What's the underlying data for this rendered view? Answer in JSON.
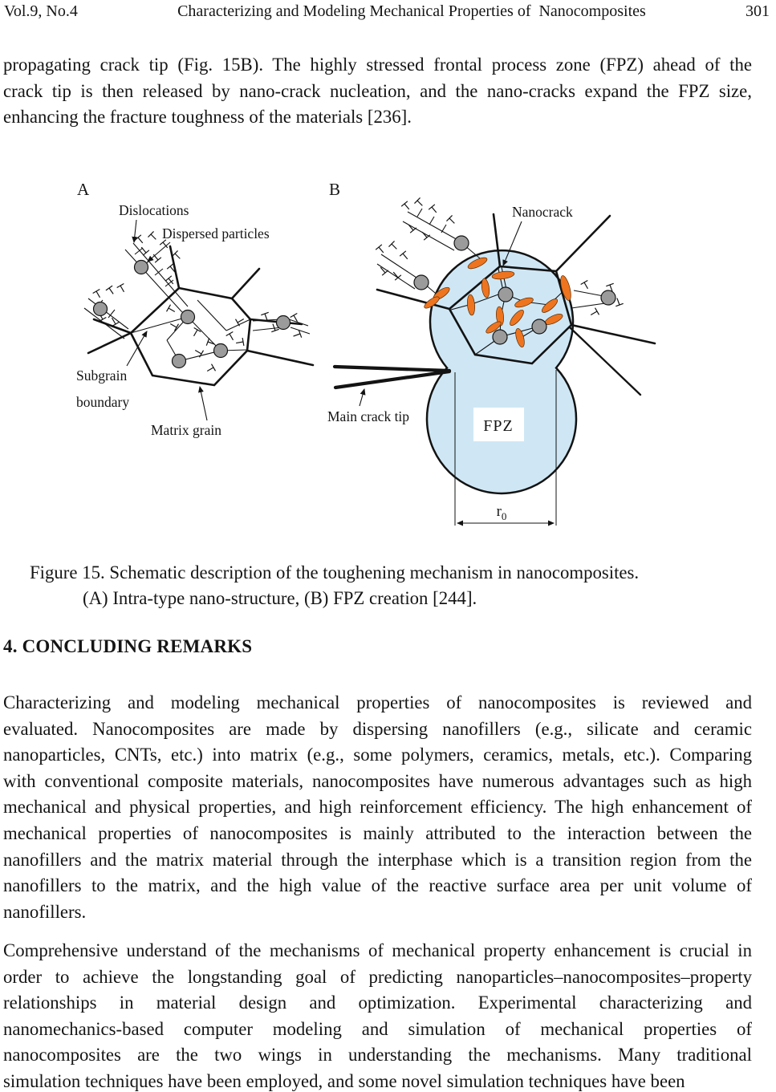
{
  "header": {
    "volume": "Vol.9, No.4",
    "title": "Characterizing and Modeling Mechanical Properties of  Nanocomposites",
    "page_number": "301"
  },
  "paragraphs": {
    "p1": {
      "lines": [
        "propagating crack tip (Fig. 15B). The highly stressed frontal process zone (FPZ) ahead of the",
        "crack tip is then released by nano-crack nucleation, and the nano-cracks expand the FPZ size,",
        "enhancing the fracture toughness of the materials [236]."
      ]
    },
    "p2": {
      "lines": [
        "Characterizing and modeling mechanical properties of nanocomposites is reviewed and",
        "evaluated. Nanocomposites are made by dispersing nanofillers (e.g., silicate and ceramic",
        "nanoparticles, CNTs, etc.) into matrix (e.g., some polymers, ceramics, metals, etc.). Comparing",
        "with conventional composite materials, nanocomposites have numerous advantages such as high",
        "mechanical and physical properties, and high reinforcement efficiency. The high enhancement of",
        "mechanical properties of nanocomposites is mainly attributed to the interaction between the",
        "nanofillers and the matrix material through the interphase which is a transition region from the",
        "nanofillers to the matrix, and the high value of the reactive surface area per unit volume of",
        "nanofillers."
      ]
    },
    "p3": {
      "lines": [
        "Comprehensive understand of the mechanisms of mechanical property enhancement is crucial in",
        "order to achieve the longstanding goal of predicting nanoparticles–nanocomposites–property",
        "relationships in material design and optimization. Experimental characterizing and",
        "nanomechanics-based computer modeling and simulation of mechanical properties of",
        "nanocomposites are the two wings in understanding the mechanisms. Many traditional",
        "simulation techniques have been employed, and some novel simulation techniques have been"
      ]
    }
  },
  "figure": {
    "panel_a": {
      "label": "A",
      "dislocations": "Dislocations",
      "dispersed_particles": "Dispersed particles",
      "subgrain_line1": "Subgrain",
      "subgrain_line2": "boundary",
      "matrix_grain": "Matrix grain"
    },
    "panel_b": {
      "label": "B",
      "nanocrack": "Nanocrack",
      "main_crack_tip": "Main crack tip",
      "fpz": "FPZ",
      "r0_base": "r",
      "r0_sub": "0"
    },
    "colors": {
      "fpz_fill": "#cfe7f5",
      "nanocrack_fill": "#ee7420",
      "particle_fill": "#9b9b9b",
      "line_color": "#131313"
    }
  },
  "caption": {
    "line1": "Figure 15. Schematic description of the toughening mechanism in nanocomposites.",
    "line2": "(A) Intra-type nano-structure, (B) FPZ creation [244]."
  },
  "section": {
    "heading": "4. CONCLUDING REMARKS"
  }
}
